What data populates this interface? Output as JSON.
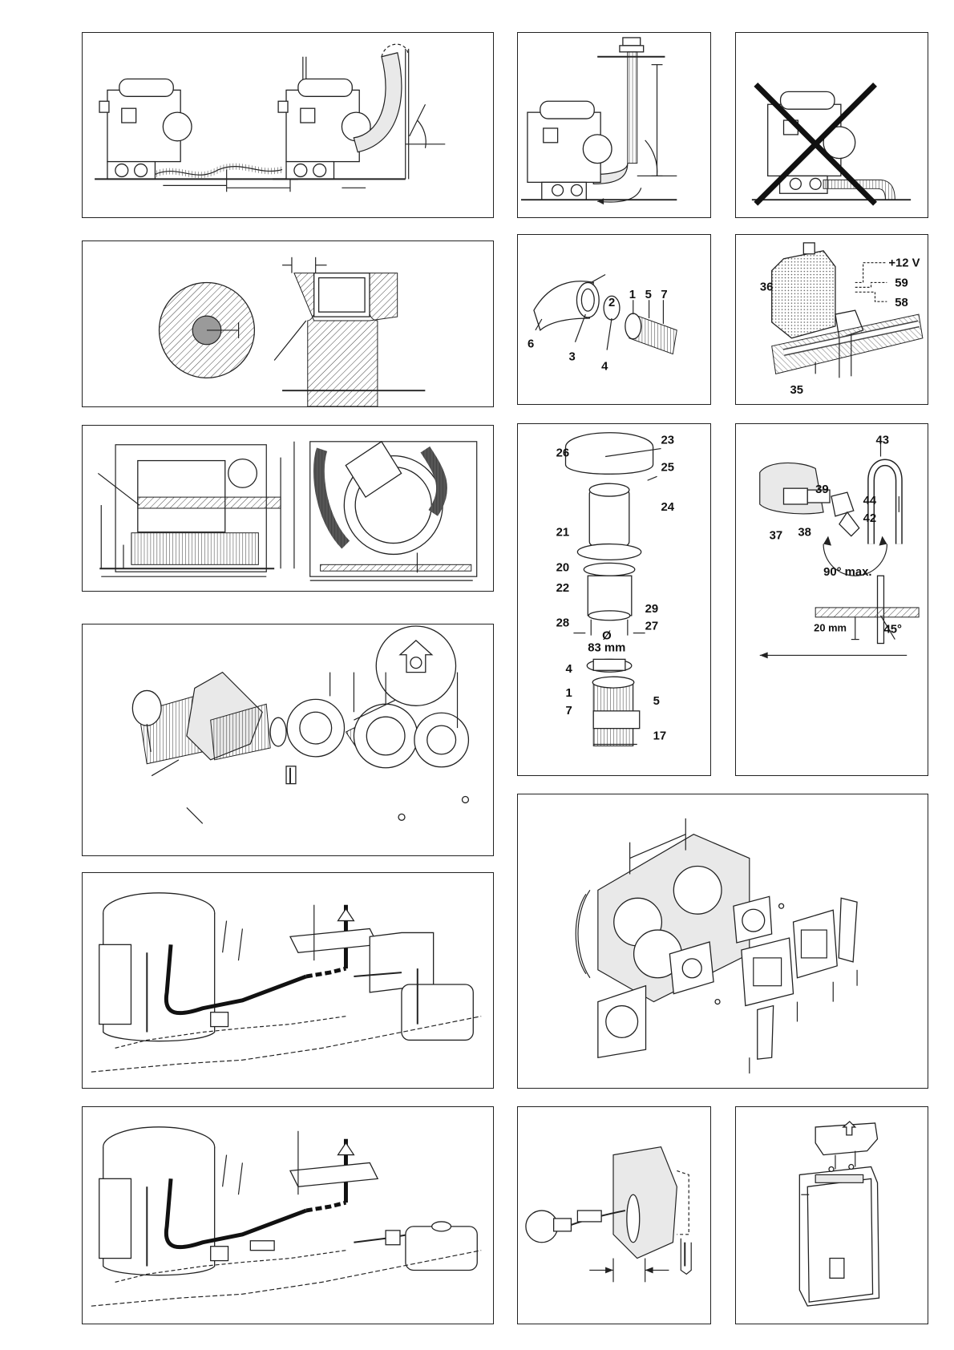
{
  "panels": {
    "p6": {
      "labels": [
        "2",
        "6",
        "3",
        "4",
        "1",
        "5",
        "7"
      ]
    },
    "p7": {
      "labels": [
        "+12 V",
        "59",
        "58",
        "36",
        "35"
      ]
    },
    "p10": {
      "labels": [
        "23",
        "26",
        "25",
        "24",
        "21",
        "20",
        "22",
        "29",
        "28",
        "27",
        "Ø",
        "83 mm",
        "4",
        "1",
        "5",
        "7",
        "17"
      ]
    },
    "p11": {
      "labels": [
        "43",
        "39",
        "44",
        "42",
        "37",
        "38",
        "90° max.",
        "20 mm",
        "45°"
      ]
    }
  },
  "colors": {
    "line": "#222222",
    "hatch_gray": "#9a9a9a",
    "light_gray": "#e9e9e9"
  }
}
